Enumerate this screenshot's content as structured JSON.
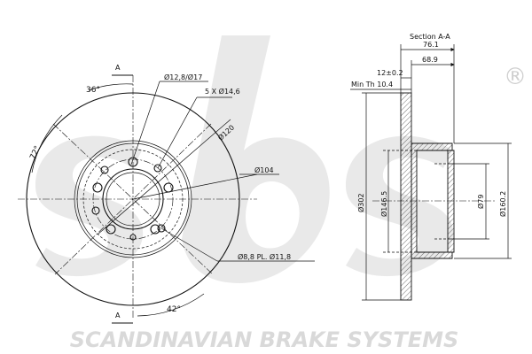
{
  "section_title": "Section A-A",
  "labels": {
    "bolt_hole": "Ø12,8/Ø17",
    "stud_count": "5 X Ø14,6",
    "pcd": "Ø120",
    "hub_bore": "Ø104",
    "pin_holes": "Ø8,8 PL. Ø11,8",
    "angle_36": "36°",
    "angle_72": "72°",
    "angle_42": "42°",
    "section_mark_top": "A",
    "section_mark_bottom": "A"
  },
  "section_dims": {
    "overall_height": "76.1",
    "hat_depth": "68.9",
    "thickness": "12±0.2",
    "min_th": "Min Th 10.4",
    "outer_dia": "Ø302",
    "inner_dia": "Ø146.5",
    "center_bore": "Ø79",
    "hat_dia": "Ø160.2"
  },
  "brand": {
    "registered_mark": "®",
    "footer_text": "SCANDINAVIAN BRAKE SYSTEMS"
  }
}
